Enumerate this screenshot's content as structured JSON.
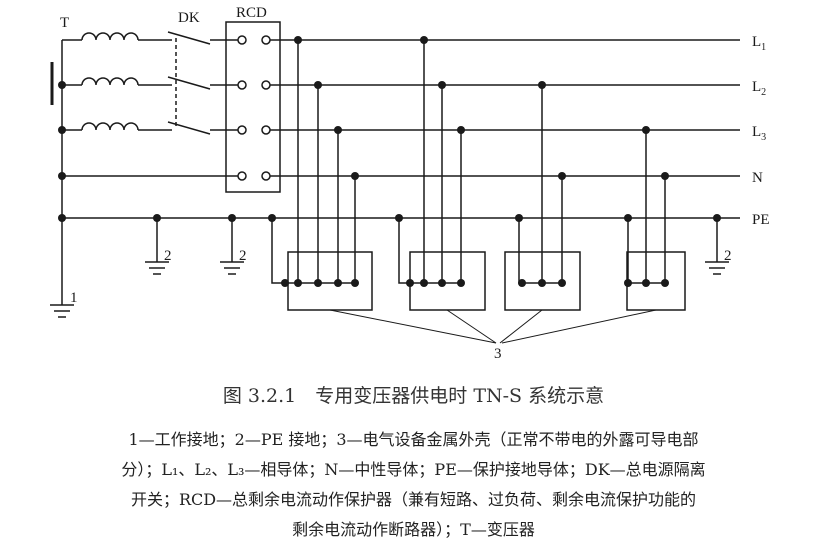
{
  "diagram": {
    "labels": {
      "transformer": "T",
      "switch": "DK",
      "rcd": "RCD",
      "l1": "L",
      "l1_sub": "1",
      "l2": "L",
      "l2_sub": "2",
      "l3": "L",
      "l3_sub": "3",
      "neutral": "N",
      "pe": "PE",
      "ground_work": "1",
      "ground_pe_a": "2",
      "ground_pe_b": "2",
      "ground_pe_c": "2",
      "enclosure": "3"
    }
  },
  "caption": "图 3.2.1　专用变压器供电时 TN-S 系统示意",
  "legend": {
    "line1": "1—工作接地；2—PE 接地；3—电气设备金属外壳（正常不带电的外露可导电部",
    "line2": "分）；L₁、L₂、L₃—相导体；N—中性导体；PE—保护接地导体；DK—总电源隔离",
    "line3": "开关；RCD—总剩余电流动作保护器（兼有短路、过负荷、剩余电流保护功能的",
    "line4": "剩余电流动作断路器）；T—变压器"
  }
}
